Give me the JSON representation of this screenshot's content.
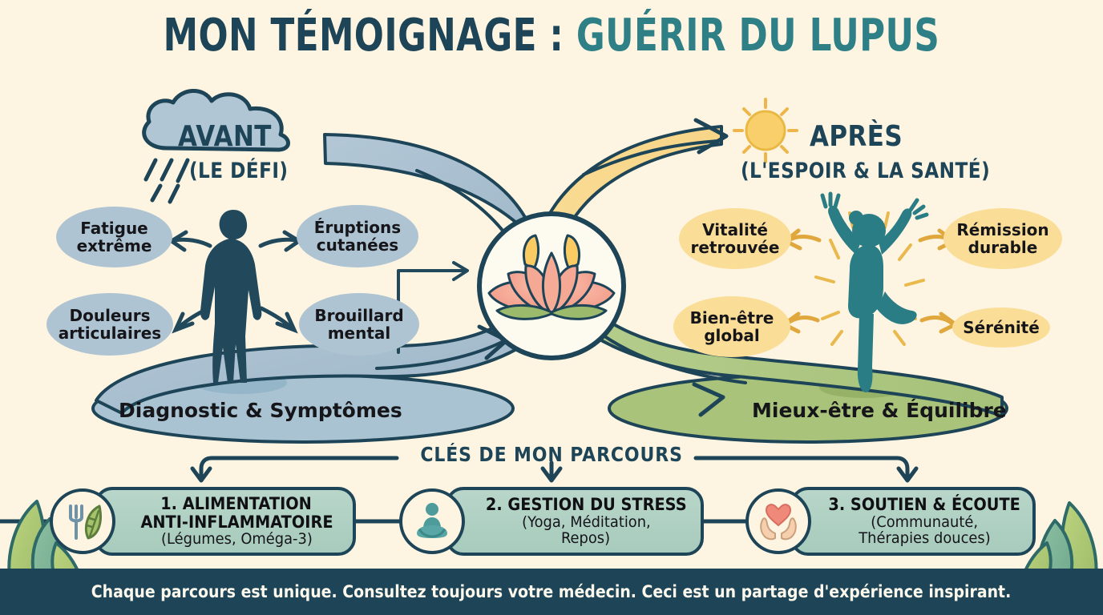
{
  "title": {
    "part1": "MON TÉMOIGNAGE :",
    "part2": "GUÉRIR DU LUPUS",
    "color1": "#1d4457",
    "color2": "#2e7f86"
  },
  "background_color": "#fdf5e2",
  "before": {
    "heading": "AVANT",
    "subheading": "(LE DÉFI)",
    "ground_label": "Diagnostic & Symptômes",
    "icon": "rain-cloud-icon",
    "figure": "slumped-person-icon",
    "symptoms": [
      {
        "label": "Fatigue\nextrême",
        "line1": "Fatigue",
        "line2": "extrême"
      },
      {
        "label": "Éruptions\ncutanées",
        "line1": "Éruptions",
        "line2": "cutanées"
      },
      {
        "label": "Douleurs\narticulaires",
        "line1": "Douleurs",
        "line2": "articulaires"
      },
      {
        "label": "Brouillard\nmental",
        "line1": "Brouillard",
        "line2": "mental"
      }
    ],
    "pill_color": "#aec4d3",
    "ground_color": "#a9c3d2"
  },
  "center": {
    "icon": "lotus-flower-icon"
  },
  "after": {
    "heading": "APRÈS",
    "subheading": "(L'ESPOIR & LA SANTÉ)",
    "ground_label": "Mieux-être & Équilibre",
    "icon": "sun-icon",
    "figure": "joyful-person-icon",
    "benefits": [
      {
        "line1": "Vitalité",
        "line2": "retrouvée"
      },
      {
        "line1": "Rémission",
        "line2": "durable"
      },
      {
        "line1": "Bien-être",
        "line2": "global"
      },
      {
        "line1": "Sérénité",
        "line2": ""
      }
    ],
    "pill_color": "#fadd96",
    "ground_color": "#a9c37a"
  },
  "keys": {
    "section_title": "CLÉS DE MON PARCOURS",
    "items": [
      {
        "title_line1": "1. ALIMENTATION",
        "title_line2": "ANTI-INFLAMMATOIRE",
        "subtitle_line1": "(Légumes, Oméga-3)",
        "subtitle_line2": "",
        "icon": "fork-and-leaf-icon"
      },
      {
        "title_line1": "2. GESTION DU STRESS",
        "title_line2": "",
        "subtitle_line1": "(Yoga, Méditation,",
        "subtitle_line2": "Repos)",
        "icon": "meditating-person-icon"
      },
      {
        "title_line1": "3. SOUTIEN & ÉCOUTE",
        "title_line2": "",
        "subtitle_line1": "(Communauté,",
        "subtitle_line2": "Thérapies douces)",
        "icon": "hands-holding-heart-icon"
      }
    ],
    "card_color": "#aecfc0"
  },
  "footer": {
    "text": "Chaque parcours est unique. Consultez toujours votre médecin. Ceci est un partage d'expérience inspirant.",
    "background_color": "#1d4457",
    "text_color": "#fdf8ec"
  }
}
